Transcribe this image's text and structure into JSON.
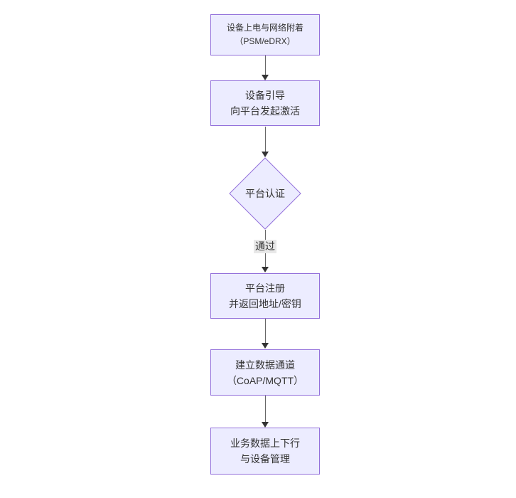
{
  "theme": {
    "node_fill": "#ECECFF",
    "node_border": "#9370DB",
    "text_color": "#333333",
    "line_color": "#676767",
    "arrowhead_color": "#333333",
    "edge_label_bg": "#e8e8e8",
    "canvas_bg": "#ffffff"
  },
  "flowchart": {
    "nodes": [
      {
        "id": "A",
        "type": "rect",
        "lines": [
          "设备上电与网络附着",
          "（PSM/eDRX）"
        ]
      },
      {
        "id": "B",
        "type": "rect",
        "lines": [
          "设备引导",
          "向平台发起激活"
        ]
      },
      {
        "id": "C",
        "type": "diamond",
        "lines": [
          "平台认证"
        ]
      },
      {
        "id": "D",
        "type": "rect",
        "lines": [
          "平台注册",
          "并返回地址/密钥"
        ]
      },
      {
        "id": "E",
        "type": "rect",
        "lines": [
          "建立数据通道",
          "（CoAP/MQTT）"
        ]
      },
      {
        "id": "F",
        "type": "rect",
        "lines": [
          "业务数据上下行",
          "与设备管理"
        ]
      }
    ],
    "edges": [
      {
        "from": "A",
        "to": "B",
        "label": ""
      },
      {
        "from": "B",
        "to": "C",
        "label": ""
      },
      {
        "from": "C",
        "to": "D",
        "label": "通过"
      },
      {
        "from": "D",
        "to": "E",
        "label": ""
      },
      {
        "from": "E",
        "to": "F",
        "label": ""
      }
    ]
  }
}
